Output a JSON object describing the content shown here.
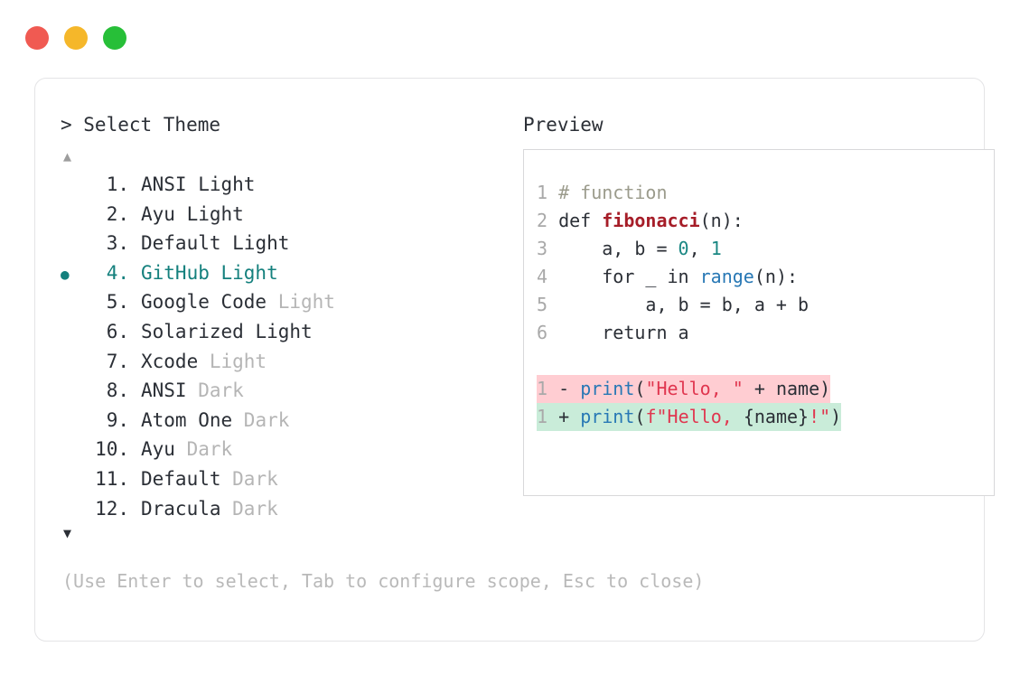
{
  "window": {
    "traffic_lights": [
      {
        "name": "close",
        "color": "#f05a52"
      },
      {
        "name": "minimize",
        "color": "#f5b72a"
      },
      {
        "name": "maximize",
        "color": "#27bf38"
      }
    ]
  },
  "selector": {
    "prompt": "> Select Theme",
    "scroll_up_icon": "▲",
    "scroll_down_icon": "▼",
    "selected_bullet": "●",
    "accent_color": "#14807d",
    "selected_index": 4,
    "items": [
      {
        "number": "1.",
        "name": "ANSI",
        "variant": " Light",
        "variant_dim": false,
        "selected": false
      },
      {
        "number": "2.",
        "name": "Ayu",
        "variant": " Light",
        "variant_dim": false,
        "selected": false
      },
      {
        "number": "3.",
        "name": "Default",
        "variant": " Light",
        "variant_dim": false,
        "selected": false
      },
      {
        "number": "4.",
        "name": "GitHub",
        "variant": " Light",
        "variant_dim": false,
        "selected": true
      },
      {
        "number": "5.",
        "name": "Google Code",
        "variant": " Light",
        "variant_dim": true,
        "selected": false
      },
      {
        "number": "6.",
        "name": "Solarized",
        "variant": " Light",
        "variant_dim": false,
        "selected": false
      },
      {
        "number": "7.",
        "name": "Xcode",
        "variant": " Light",
        "variant_dim": true,
        "selected": false
      },
      {
        "number": "8.",
        "name": "ANSI",
        "variant": " Dark",
        "variant_dim": true,
        "selected": false
      },
      {
        "number": "9.",
        "name": "Atom One",
        "variant": " Dark",
        "variant_dim": true,
        "selected": false
      },
      {
        "number": "10.",
        "name": "Ayu",
        "variant": " Dark",
        "variant_dim": true,
        "selected": false
      },
      {
        "number": "11.",
        "name": "Default",
        "variant": " Dark",
        "variant_dim": true,
        "selected": false
      },
      {
        "number": "12.",
        "name": "Dracula",
        "variant": " Dark",
        "variant_dim": true,
        "selected": false
      }
    ],
    "hint": "(Use Enter to select, Tab to configure scope, Esc to close)"
  },
  "preview": {
    "label": "Preview",
    "code_lines": [
      {
        "gutter": "1 ",
        "tokens": [
          {
            "text": "# function",
            "type": "comment"
          }
        ]
      },
      {
        "gutter": "2 ",
        "tokens": [
          {
            "text": "def ",
            "type": "keyword"
          },
          {
            "text": "fibonacci",
            "type": "funcname"
          },
          {
            "text": "(n):",
            "type": "plain"
          }
        ]
      },
      {
        "gutter": "3 ",
        "tokens": [
          {
            "text": "    a, b = ",
            "type": "plain"
          },
          {
            "text": "0",
            "type": "number"
          },
          {
            "text": ", ",
            "type": "plain"
          },
          {
            "text": "1",
            "type": "number"
          }
        ]
      },
      {
        "gutter": "4 ",
        "tokens": [
          {
            "text": "    for _ in ",
            "type": "plain"
          },
          {
            "text": "range",
            "type": "builtin"
          },
          {
            "text": "(n):",
            "type": "plain"
          }
        ]
      },
      {
        "gutter": "5 ",
        "tokens": [
          {
            "text": "        a, b = b, a + b",
            "type": "plain"
          }
        ]
      },
      {
        "gutter": "6 ",
        "tokens": [
          {
            "text": "    return a",
            "type": "plain"
          }
        ]
      }
    ],
    "diff_lines": [
      {
        "kind": "removed",
        "gutter": "1 ",
        "sign": "- ",
        "background": "#ffcdd2",
        "tokens": [
          {
            "text": "print",
            "type": "builtin"
          },
          {
            "text": "(",
            "type": "plain"
          },
          {
            "text": "\"Hello, \"",
            "type": "string"
          },
          {
            "text": " + name)",
            "type": "plain"
          }
        ]
      },
      {
        "kind": "added",
        "gutter": "1 ",
        "sign": "+ ",
        "background": "#c9ecd9",
        "tokens": [
          {
            "text": "print",
            "type": "builtin"
          },
          {
            "text": "(",
            "type": "plain"
          },
          {
            "text": "f\"Hello, ",
            "type": "string"
          },
          {
            "text": "{name}",
            "type": "plain"
          },
          {
            "text": "!\"",
            "type": "string"
          },
          {
            "text": ")",
            "type": "plain"
          }
        ]
      }
    ]
  }
}
